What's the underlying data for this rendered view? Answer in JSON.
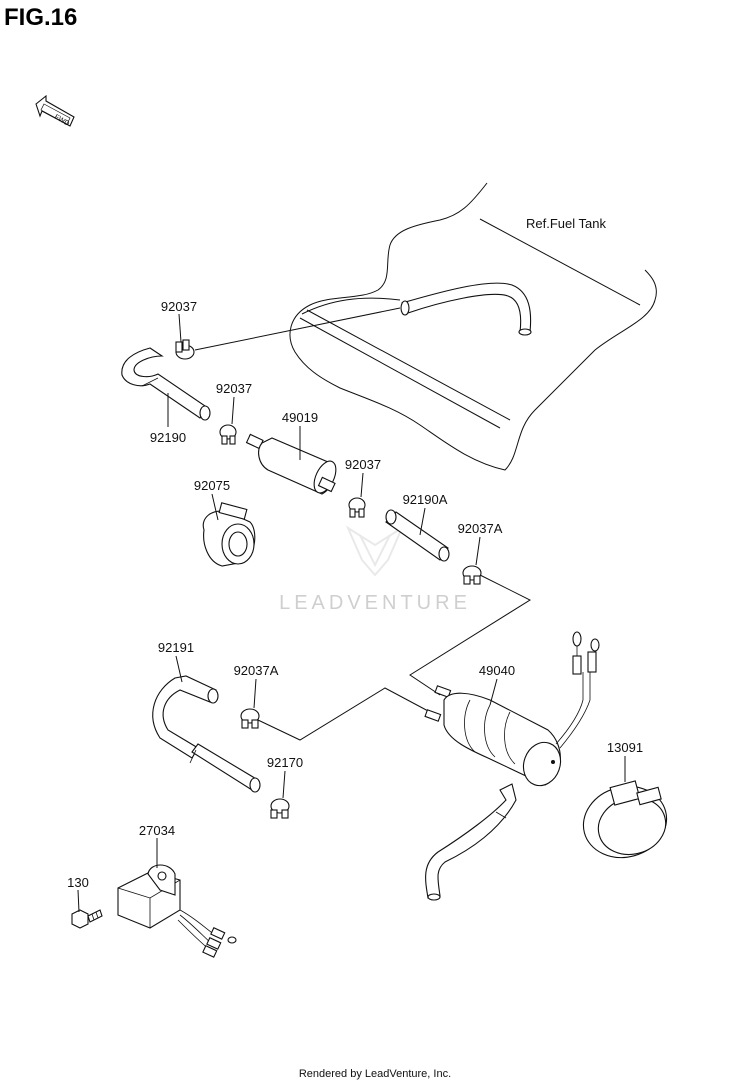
{
  "figure": {
    "title": "FIG.16",
    "fwd_label": "FWD",
    "watermark": "LEADVENTURE",
    "footer": "Rendered by LeadVenture, Inc."
  },
  "callouts": {
    "ref_fuel_tank": "Ref.Fuel Tank",
    "p92037_a": "92037",
    "p92190": "92190",
    "p92037_b": "92037",
    "p49019": "49019",
    "p92037_c": "92037",
    "p92075": "92075",
    "p92190A": "92190A",
    "p92037A_a": "92037A",
    "p92191": "92191",
    "p92037A_b": "92037A",
    "p49040": "49040",
    "p13091": "13091",
    "p92170": "92170",
    "p27034": "27034",
    "p130": "130"
  }
}
